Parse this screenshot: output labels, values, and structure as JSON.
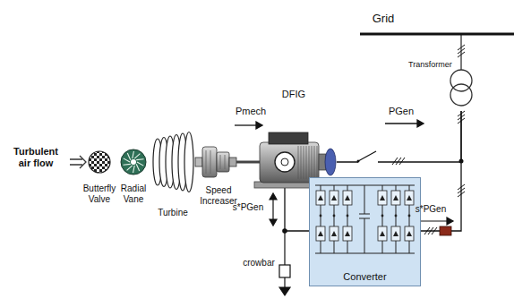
{
  "diagram": {
    "nodes": [
      {
        "text": [
          "DFIG"
        ]
      },
      {
        "text": [
          "Converter"
        ]
      },
      {
        "text": [
          "Transformer"
        ]
      }
    ],
    "edges": [
      {
        "from": 0,
        "to": 2,
        "arrow": "none"
      },
      {
        "from": 0,
        "to": 1,
        "arrow": "none"
      },
      {
        "from": 1,
        "to": 2,
        "arrow": "none"
      }
    ],
    "labels": [
      "Turbulent air flow",
      "Butterfly Valve",
      "Radial Vane",
      "Turbine",
      "Speed Increaser",
      "Pmech",
      "PGen",
      "s*PGen",
      "s*PGen",
      "Grid",
      "crowbar"
    ]
  }
}
